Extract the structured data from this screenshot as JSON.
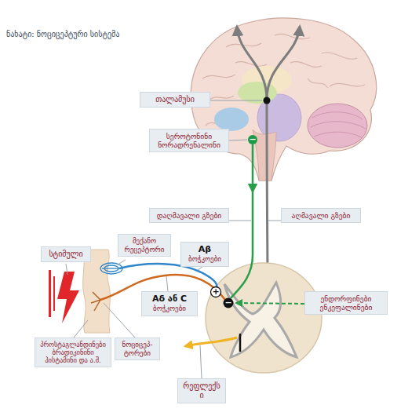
{
  "diagram": {
    "title": "ნახატი: ნოციცეპტური სისტემა",
    "nodes": [
      {
        "text": [
          "თალამუსი"
        ]
      },
      {
        "text": [
          "სეროტონინი ნორადრენალინი"
        ]
      },
      {
        "text": [
          "დაღმავალი გზები"
        ]
      },
      {
        "text": [
          "აღმავალი გზები"
        ]
      },
      {
        "text": [
          "სტიმული"
        ]
      },
      {
        "text": [
          "მექანო რეცეპტორი"
        ]
      },
      {
        "text": [
          "Aβ",
          "ბოჭკოები"
        ]
      },
      {
        "text": [
          "Aδ ან C",
          "ბოჭკოები"
        ]
      },
      {
        "text": [
          "ენდორფინები ენკეფალინები"
        ]
      },
      {
        "text": [
          "პროსტაგლანდინები ბრადიკინინი ჰისტამინი და ა.შ."
        ]
      },
      {
        "text": [
          "ნოციცეპ- ტორები"
        ]
      },
      {
        "text": [
          "რეფლექსი"
        ]
      }
    ],
    "labels": [
      "−",
      "+",
      "−"
    ]
  }
}
